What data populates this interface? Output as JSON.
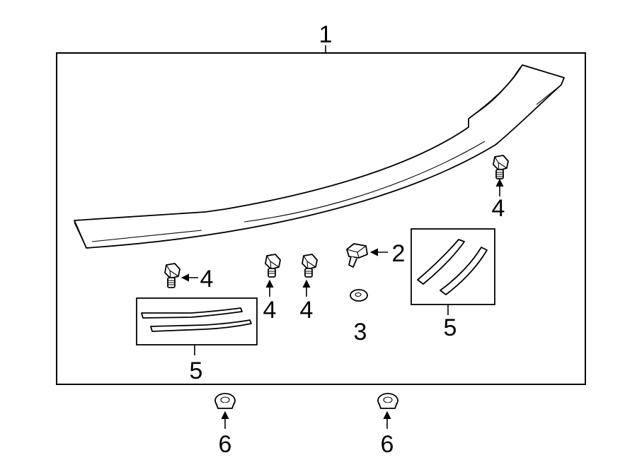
{
  "diagram": {
    "callouts": {
      "assembly": "1",
      "bracket": "2",
      "washer": "3",
      "bolt_right": "4",
      "bolt_left": "4",
      "bolt_center_a": "4",
      "bolt_center_b": "4",
      "tape_right": "5",
      "tape_left": "5",
      "clip_left": "6",
      "clip_right": "6"
    }
  }
}
